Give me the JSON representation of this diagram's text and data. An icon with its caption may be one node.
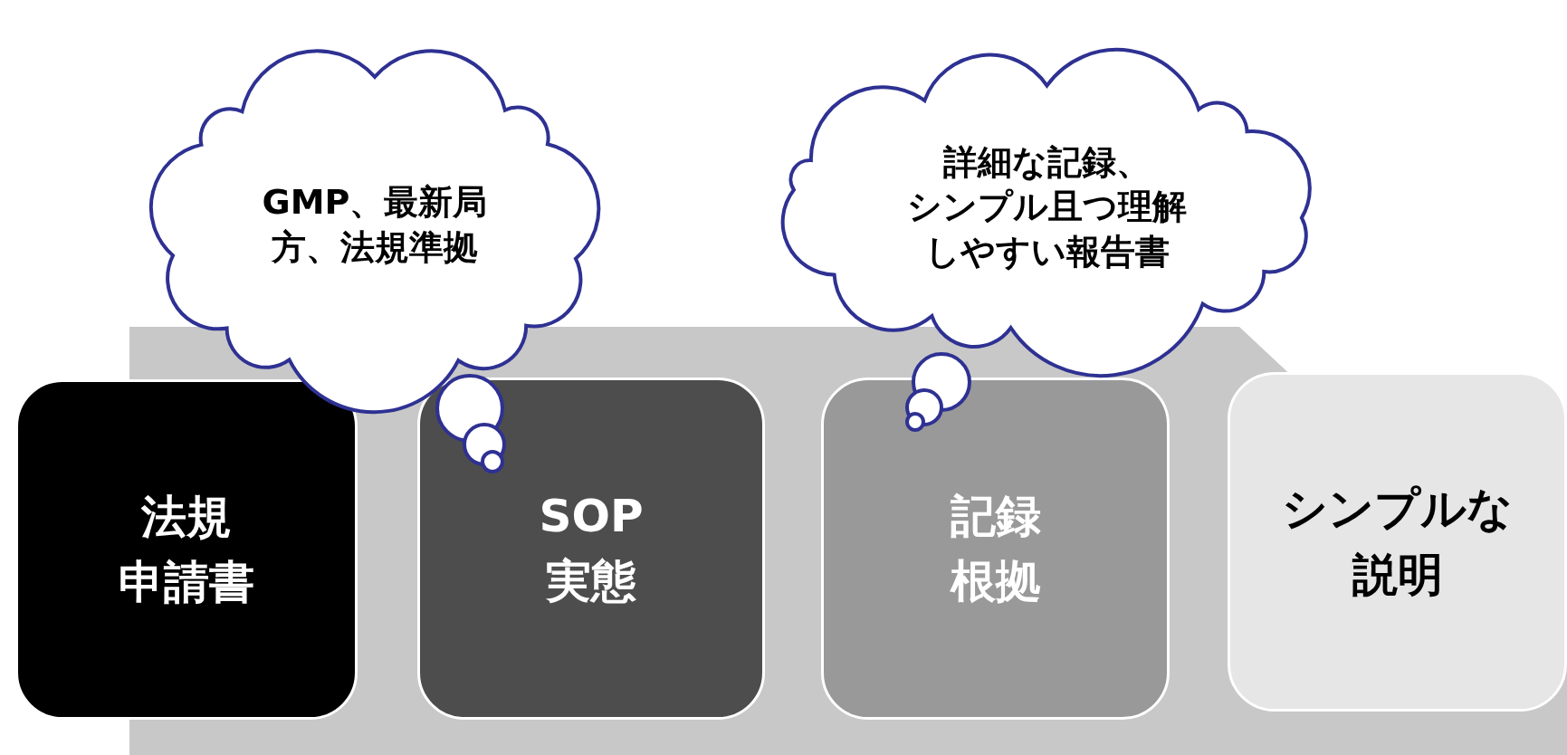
{
  "diagram": {
    "nodes": [
      {
        "text": [
          "GMP、最新局方、法規準拠"
        ]
      },
      {
        "text": [
          "詳細な記録、シンプル且つ理解しやすい報告書"
        ]
      },
      {
        "text": [
          "法規申請書"
        ]
      },
      {
        "text": [
          "SOP実態"
        ]
      },
      {
        "text": [
          "記録根拠"
        ]
      },
      {
        "text": [
          "シンプルな説明"
        ]
      }
    ]
  }
}
